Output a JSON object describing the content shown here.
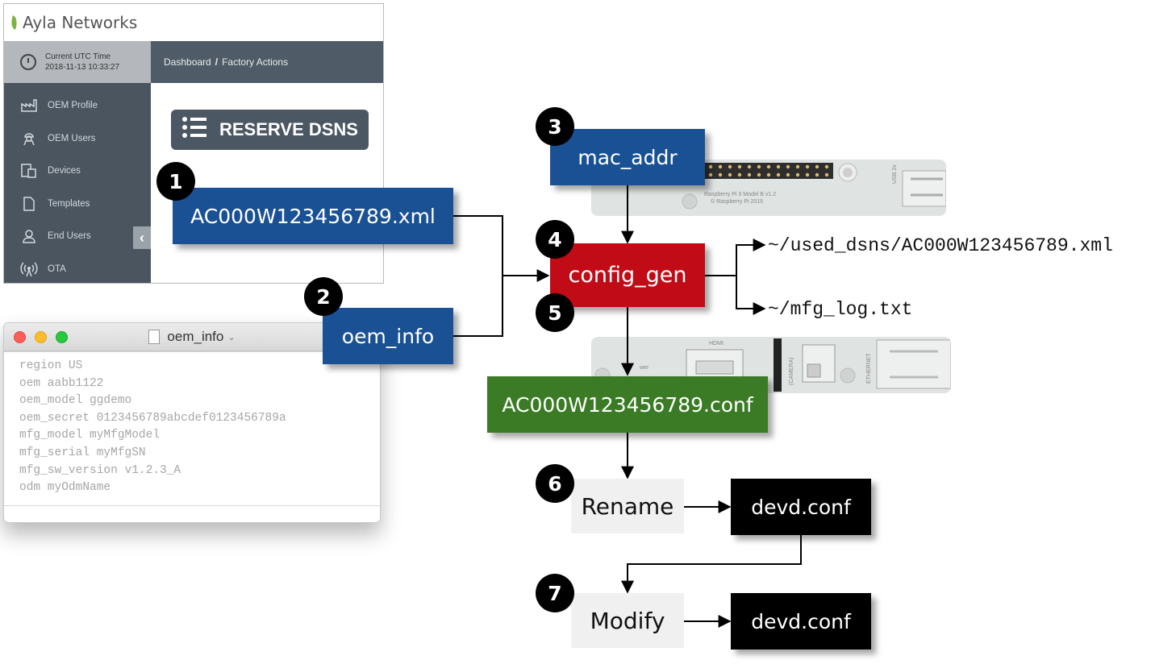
{
  "ayla": {
    "brand": "Ayla Networks",
    "utc_label": "Current UTC Time",
    "utc_value": "2018-11-13 10:33:27",
    "breadcrumb": {
      "dashboard": "Dashboard",
      "separator": "/",
      "current": "Factory Actions"
    },
    "sidebar": [
      {
        "label": "OEM Profile",
        "icon": "factory-icon"
      },
      {
        "label": "OEM Users",
        "icon": "user-hardhat-icon"
      },
      {
        "label": "Devices",
        "icon": "devices-icon"
      },
      {
        "label": "Templates",
        "icon": "document-icon"
      },
      {
        "label": "End Users",
        "icon": "user-icon"
      },
      {
        "label": "OTA",
        "icon": "antenna-icon"
      }
    ],
    "reserve_button": "RESERVE DSNS"
  },
  "oem_window": {
    "title": "oem_info",
    "lines": [
      "region US",
      "oem aabb1122",
      "oem_model ggdemo",
      "oem_secret 0123456789abcdef0123456789a",
      "mfg_model myMfgModel",
      "mfg_serial myMfgSN",
      "mfg_sw_version v1.2.3_A",
      "odm myOdmName"
    ]
  },
  "boards": {
    "pi_label_1": "Raspberry Pi 3 Model B v1.2",
    "pi_label_2": "© Raspberry Pi 2015",
    "usb_label": "USB 2x",
    "hdmi_label": "HDMI",
    "camera_label": "(CAMERA)",
    "ethernet_label": "ETHERNET",
    "power_label": "wer"
  },
  "diagram": {
    "dsn_xml": "AC000W123456789.xml",
    "oem_info": "oem_info",
    "mac_addr": "mac_addr",
    "config_gen": "config_gen",
    "conf_file": "AC000W123456789.conf",
    "rename": "Rename",
    "modify": "Modify",
    "devd_conf_1": "devd.conf",
    "devd_conf_2": "devd.conf",
    "output_used": "~/used_dsns/AC000W123456789.xml",
    "output_log": "~/mfg_log.txt",
    "badges": [
      "1",
      "2",
      "3",
      "4",
      "5",
      "6",
      "7"
    ]
  },
  "colors": {
    "blue_box": "#1a5194",
    "red_box": "#c10b17",
    "green_box": "#3b7b26",
    "sidebar": "#4a5560"
  }
}
